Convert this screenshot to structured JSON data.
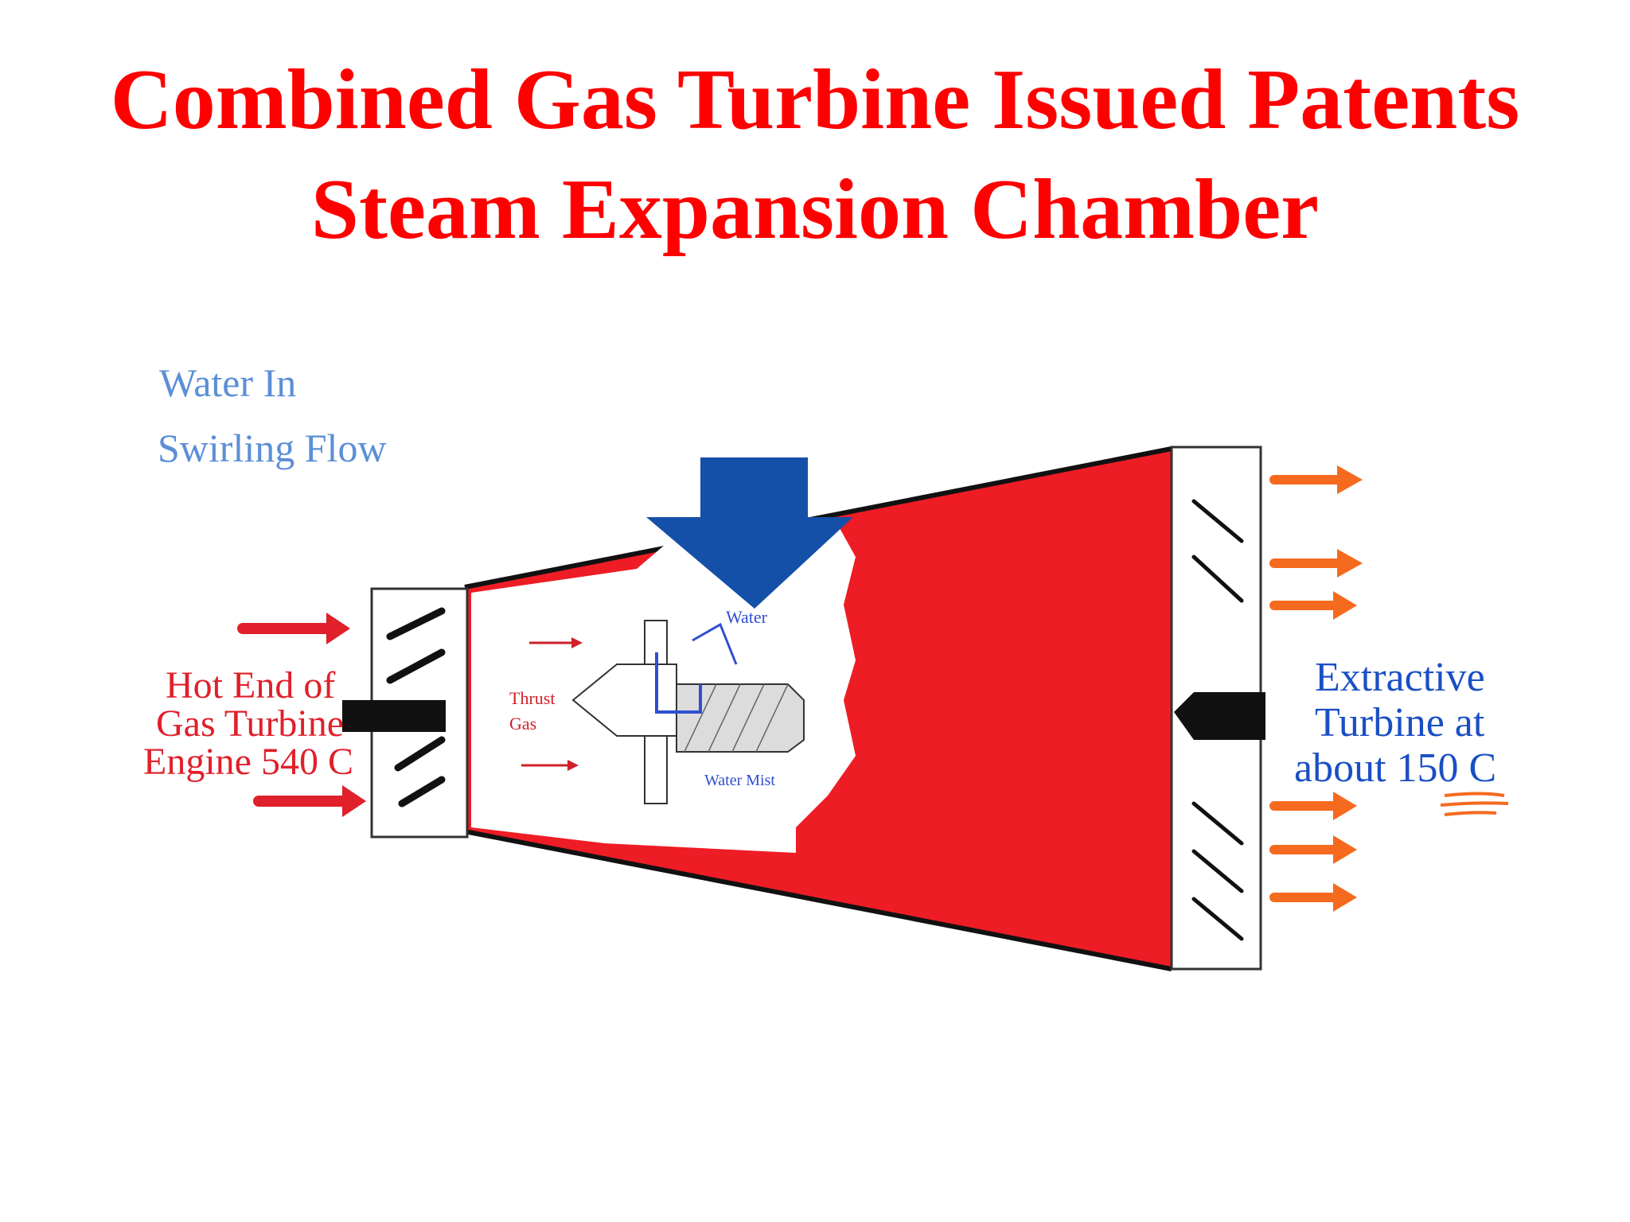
{
  "title": {
    "line1": "Combined Gas Turbine Issued Patents",
    "line2": "Steam Expansion Chamber"
  },
  "labels": {
    "water_in": "Water In",
    "swirling_flow": "Swirling Flow",
    "hot_end_line1": "Hot End of",
    "hot_end_line2": "Gas Turbine",
    "hot_end_line3": "Engine 540 C",
    "extractive_line1": "Extractive",
    "extractive_line2": "Turbine at",
    "extractive_line3": "about 150 C",
    "inset_water": "Water",
    "inset_thrust": "Thrust",
    "inset_gas": "Gas",
    "inset_water_mist": "Water Mist"
  },
  "colors": {
    "title": "#ff0000",
    "chamber_fill": "#ee1c25",
    "water_label": "#5b8fd6",
    "hot_end_label": "#e0202a",
    "extractive_label": "#1a4fc4",
    "blue_arrow": "#1450a8",
    "orange_arrows": "#f56a1e",
    "red_arrows": "#e0202a"
  }
}
